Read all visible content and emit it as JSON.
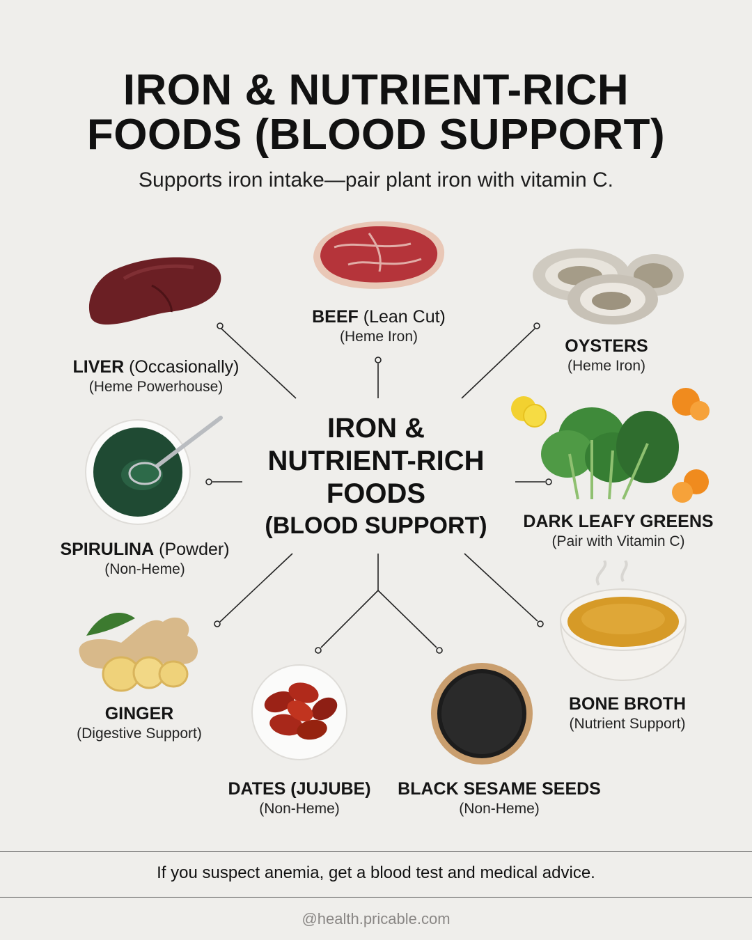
{
  "header": {
    "title_line1": "IRON & NUTRIENT-RICH",
    "title_line2": "FOODS (BLOOD SUPPORT)",
    "subtitle": "Supports iron intake—pair plant iron with vitamin C."
  },
  "hub": {
    "line1": "IRON &",
    "line2": "NUTRIENT-RICH",
    "line3": "FOODS",
    "line4": "(BLOOD SUPPORT)"
  },
  "foods": {
    "beef": {
      "name": "BEEF",
      "detail": "(Lean Cut)",
      "note": "(Heme Iron)"
    },
    "liver": {
      "name": "LIVER",
      "detail": "(Occasionally)",
      "note": "(Heme Powerhouse)"
    },
    "oysters": {
      "name": "OYSTERS",
      "detail": "",
      "note": "(Heme Iron)"
    },
    "spirulina": {
      "name": "SPIRULINA",
      "detail": "(Powder)",
      "note": "(Non-Heme)"
    },
    "greens": {
      "name": "DARK LEAFY GREENS",
      "detail": "",
      "note": "(Pair with Vitamin C)"
    },
    "ginger": {
      "name": "GINGER",
      "detail": "",
      "note": "(Digestive Support)"
    },
    "dates": {
      "name": "DATES (JUJUBE)",
      "detail": "",
      "note": "(Non-Heme)"
    },
    "sesame": {
      "name": "BLACK SESAME SEEDS",
      "detail": "",
      "note": "(Non-Heme)"
    },
    "broth": {
      "name": "BONE BROTH",
      "detail": "",
      "note": "(Nutrient Support)"
    }
  },
  "footer": {
    "disclaimer": "If you suspect anemia, get a blood test and medical advice.",
    "handle": "@health.pricable.com"
  },
  "colors": {
    "background": "#efeeeb",
    "text": "#111111",
    "connector": "#222222"
  },
  "icons": [
    "liver-icon",
    "beef-icon",
    "oysters-icon",
    "spirulina-icon",
    "leafy-greens-icon",
    "ginger-icon",
    "dates-icon",
    "sesame-icon",
    "bone-broth-icon"
  ]
}
